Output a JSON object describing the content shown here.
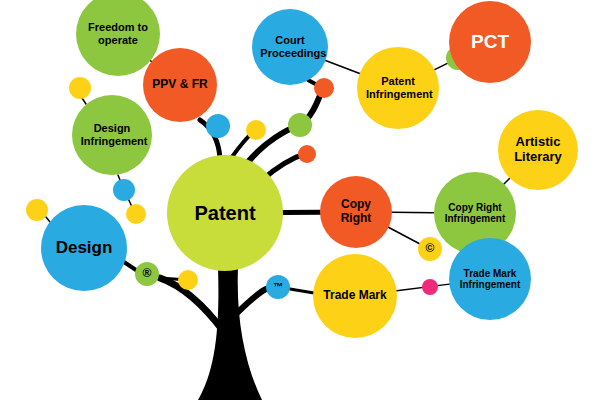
{
  "diagram": {
    "nodes": [
      {
        "text": [
          "Freedom to operate"
        ]
      },
      {
        "text": [
          "PPV & FR"
        ]
      },
      {
        "text": [
          "Design Infringement"
        ]
      },
      {
        "text": [
          "Court Proceedings"
        ]
      },
      {
        "text": [
          "PCT"
        ]
      },
      {
        "text": [
          "Patent Infringement"
        ]
      },
      {
        "text": [
          "Patent"
        ]
      },
      {
        "text": [
          "Copy Right"
        ]
      },
      {
        "text": [
          "Artistic Literary"
        ]
      },
      {
        "text": [
          "Copy Right Infringement"
        ]
      },
      {
        "text": [
          "Design"
        ]
      },
      {
        "text": [
          "®"
        ]
      },
      {
        "text": [
          "™"
        ]
      },
      {
        "text": [
          "©"
        ]
      },
      {
        "text": [
          "Trade Mark"
        ]
      },
      {
        "text": [
          "Trade Mark Infringement"
        ]
      }
    ],
    "edges": [
      {
        "from": 0,
        "to": 1,
        "arrow": "none"
      },
      {
        "from": 3,
        "to": 5,
        "arrow": "none"
      },
      {
        "from": 5,
        "to": 4,
        "arrow": "none"
      },
      {
        "from": 6,
        "to": 7,
        "arrow": "none"
      },
      {
        "from": 7,
        "to": 9,
        "arrow": "none"
      },
      {
        "from": 9,
        "to": 8,
        "arrow": "none"
      },
      {
        "from": 14,
        "to": 15,
        "arrow": "none"
      }
    ]
  }
}
